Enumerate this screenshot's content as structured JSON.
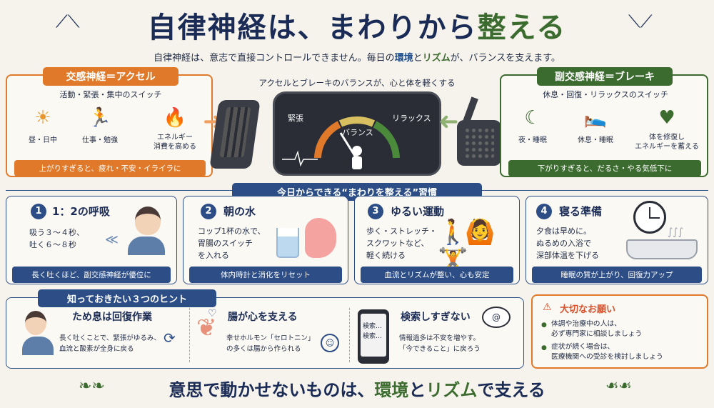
{
  "header": {
    "title_part1": "自律神経は、まわりから",
    "title_part2": "整える",
    "subtitle_part1": "自律神経は、意志で直接コントロールできません。毎日の",
    "subtitle_env": "環境",
    "subtitle_and": "と",
    "subtitle_rhythm": "リズム",
    "subtitle_part2": "が、バランスを支えます。"
  },
  "sympathetic": {
    "tag": "交感神経＝アクセル",
    "desc": "活動・緊張・集中のスイッチ",
    "items": [
      {
        "icon": "sun-icon",
        "label": "昼・日中"
      },
      {
        "icon": "running-icon",
        "label": "仕事・勉強"
      },
      {
        "icon": "fire-icon",
        "label": "エネルギー\n消費を高める"
      }
    ],
    "warning": "上がりすぎると、疲れ・不安・イライラに"
  },
  "parasympathetic": {
    "tag": "副交感神経＝ブレーキ",
    "desc": "休息・回復・リラックスのスイッチ",
    "items": [
      {
        "icon": "moon-icon",
        "label": "夜・睡眠"
      },
      {
        "icon": "resting-icon",
        "label": "休息・睡眠"
      },
      {
        "icon": "heart-hands-icon",
        "label": "体を修復し\nエネルギーを蓄える"
      }
    ],
    "warning": "下がりすぎると、だるさ・やる気低下に"
  },
  "center": {
    "caption": "アクセルとブレーキのバランスが、心と体を軽くする",
    "gauge_left": "緊張",
    "gauge_mid": "バランス",
    "gauge_right": "リラックス"
  },
  "habits": {
    "heading": "今日からできる“まわりを整える”習慣",
    "cards": [
      {
        "num": "1",
        "title": "1：2の呼吸",
        "body": "吸う３〜４秒、\n吐く６〜８秒",
        "bar": "長く吐くほど、副交感神経が優位に"
      },
      {
        "num": "2",
        "title": "朝の水",
        "body": "コップ1杯の水で、\n胃腸のスイッチ\nを入れる",
        "bar": "体内時計と消化をリセット"
      },
      {
        "num": "3",
        "title": "ゆるい運動",
        "body": "歩く・ストレッチ・\nスクワットなど、\n軽く続ける",
        "bar": "血流とリズムが整い、心も安定"
      },
      {
        "num": "4",
        "title": "寝る準備",
        "body": "夕食は早めに。\nぬるめの入浴で\n深部体温を下げる",
        "bar": "睡眠の質が上がり、回復力アップ"
      }
    ]
  },
  "hints": {
    "heading": "知っておきたい３つのヒント",
    "items": [
      {
        "title": "ため息は回復作業",
        "body": "長く吐くことで、緊張がゆるみ、\n血流と酸素が全身に戻る"
      },
      {
        "title": "腸が心を支える",
        "body": "幸せホルモン「セロトニン」\nの多くは腸から作られる"
      },
      {
        "title": "検索しすぎない",
        "body": "情報過多は不安を増やす。\n「今できること」に戻ろう",
        "phone_text": "検索…\n検索…"
      }
    ]
  },
  "notice": {
    "title": "大切なお願い",
    "items": [
      "体調や治療中の人は、\n必ず専門家に相談しましょう",
      "症状が続く場合は、\n医療機関への受診を検討しましょう"
    ]
  },
  "footer": {
    "part1": "意思で動かせないものは、",
    "env": "環境",
    "and": "と",
    "rhythm": "リズム",
    "part2": "で支える"
  },
  "colors": {
    "orange": "#e07a2a",
    "green": "#3c6b2f",
    "navy": "#2c4d85"
  }
}
